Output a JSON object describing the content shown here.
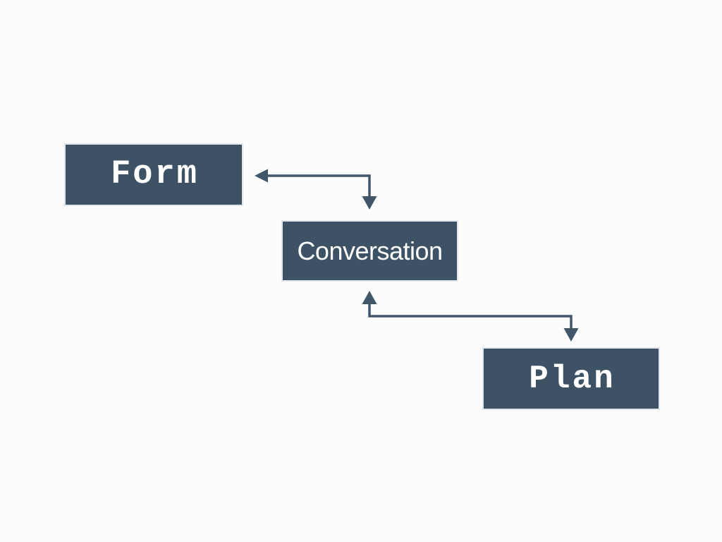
{
  "diagram": {
    "colors": {
      "background": "#fcfcfd",
      "node_fill": "#3e5266",
      "node_text": "#ffffff",
      "arrow": "#42566a"
    },
    "nodes": [
      {
        "id": "form",
        "label": "Form"
      },
      {
        "id": "conversation",
        "label": "Conversation"
      },
      {
        "id": "plan",
        "label": "Plan"
      }
    ],
    "connectors": [
      {
        "from": "form",
        "to": "conversation",
        "style": "elbow",
        "heads": "both-ends"
      },
      {
        "from": "conversation",
        "to": "plan",
        "style": "elbow",
        "heads": "both-ends"
      }
    ]
  }
}
